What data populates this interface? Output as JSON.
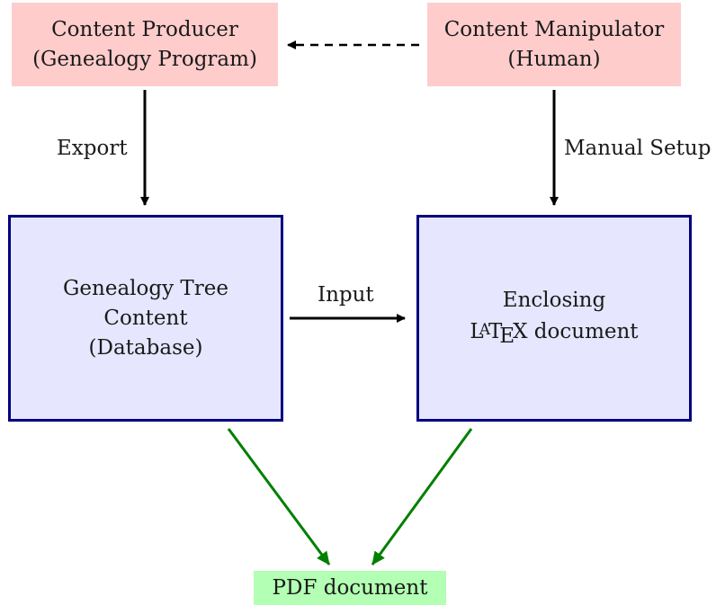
{
  "nodes": {
    "producer": {
      "line1": "Content Producer",
      "line2": "(Genealogy Program)"
    },
    "manipulator": {
      "line1": "Content Manipulator",
      "line2": "(Human)"
    },
    "database": {
      "line1": "Genealogy Tree",
      "line2": "Content",
      "line3": "(Database)"
    },
    "latex_doc": {
      "line1": "Enclosing",
      "logo_l": "L",
      "logo_a": "A",
      "logo_t": "T",
      "logo_e": "E",
      "logo_x": "X",
      "line2_rest": " document"
    },
    "pdf": {
      "label": "PDF document"
    }
  },
  "edges": {
    "export": "Export",
    "manual_setup": "Manual Setup",
    "input": "Input"
  },
  "colors": {
    "pink_fill": "#ffcccc",
    "blue_fill": "#e6e6ff",
    "blue_border": "#00007f",
    "green_fill": "#b3ffb3",
    "green_arrow": "#007f00",
    "black_arrow": "#000000"
  }
}
